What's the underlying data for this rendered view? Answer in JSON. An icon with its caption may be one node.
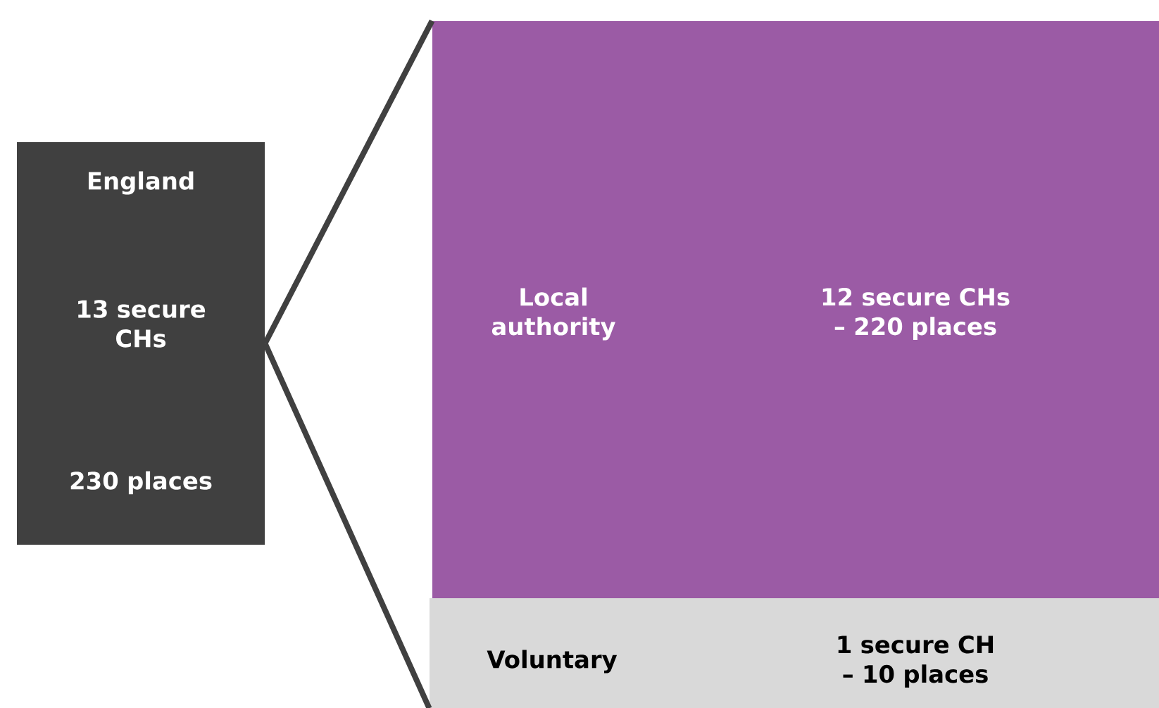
{
  "diagram": {
    "nodes": [
      {
        "text": [
          "England",
          "13 secure CHs",
          "230 places"
        ]
      },
      {
        "text": [
          "Local authority",
          "12 secure CHs – 220 places"
        ]
      },
      {
        "text": [
          "Voluntary",
          "1 secure CH – 10 places"
        ]
      }
    ],
    "edges": [
      {
        "from": 0,
        "to": 1,
        "arrow": "none"
      },
      {
        "from": 0,
        "to": 2,
        "arrow": "none"
      }
    ]
  }
}
